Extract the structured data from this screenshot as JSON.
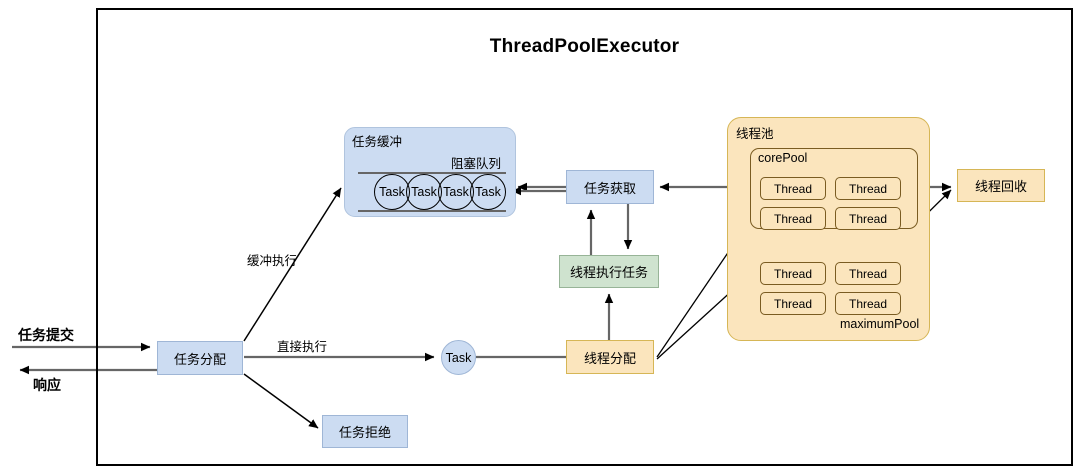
{
  "diagram": {
    "title": "ThreadPoolExecutor",
    "frame": {
      "name": "outer-frame"
    },
    "external_labels": {
      "submit": "任务提交",
      "response": "响应"
    },
    "edge_labels": {
      "buffered_exec": "缓冲执行",
      "direct_exec": "直接执行"
    },
    "nodes": {
      "task_allocation": "任务分配",
      "task_reject": "任务拒绝",
      "task_fetch": "任务获取",
      "thread_exec_task": "线程执行任务",
      "thread_allocation": "线程分配",
      "thread_recycle": "线程回收",
      "task_circle": "Task"
    },
    "buffer": {
      "title": "任务缓冲",
      "queue_title": "阻塞队列",
      "tasks": [
        "Task",
        "Task",
        "Task",
        "Task"
      ]
    },
    "pool": {
      "title": "线程池",
      "core_title": "corePool",
      "max_title": "maximumPool",
      "core_threads": [
        "Thread",
        "Thread",
        "Thread",
        "Thread"
      ],
      "max_threads": [
        "Thread",
        "Thread",
        "Thread",
        "Thread"
      ]
    },
    "colors": {
      "blue_fill": "#ccdcf2",
      "blue_stroke": "#9fb6d6",
      "green_fill": "#cfe3cf",
      "green_stroke": "#97b497",
      "orange_fill": "#fbe5bd",
      "orange_stroke": "#d6b656",
      "pool_border": "#7a5c22",
      "arrow_gray": "#666666",
      "arrow_black": "#000000",
      "frame": "#000000"
    }
  }
}
